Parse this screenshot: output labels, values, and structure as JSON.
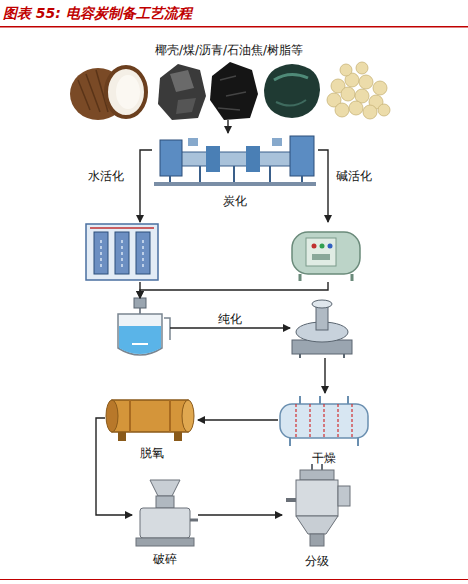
{
  "diagram": {
    "title": "图表 55: 电容炭制备工艺流程",
    "nodes": [
      {
        "text": [
          "椰壳/煤/沥青/石油焦/树脂等"
        ]
      },
      {
        "text": [
          "炭化"
        ]
      },
      {
        "text": []
      },
      {
        "text": []
      },
      {
        "text": []
      },
      {
        "text": []
      },
      {
        "text": [
          "干燥"
        ]
      },
      {
        "text": [
          "脱氧"
        ]
      },
      {
        "text": [
          "破碎"
        ]
      },
      {
        "text": [
          "分级"
        ]
      }
    ],
    "edges": [
      {
        "from": 0,
        "to": 1,
        "arrow": "to"
      },
      {
        "from": 1,
        "to": 2,
        "label": "水活化",
        "arrow": "to"
      },
      {
        "from": 1,
        "to": 3,
        "label": "碱活化",
        "arrow": "to"
      },
      {
        "from": 2,
        "to": 4,
        "arrow": "to"
      },
      {
        "from": 3,
        "to": 4,
        "arrow": "to"
      },
      {
        "from": 4,
        "to": 5,
        "label": "纯化",
        "arrow": "to"
      },
      {
        "from": 5,
        "to": 6,
        "arrow": "to"
      },
      {
        "from": 6,
        "to": 7,
        "arrow": "to"
      },
      {
        "from": 7,
        "to": 8,
        "arrow": "to"
      },
      {
        "from": 8,
        "to": 9,
        "arrow": "to"
      }
    ]
  }
}
